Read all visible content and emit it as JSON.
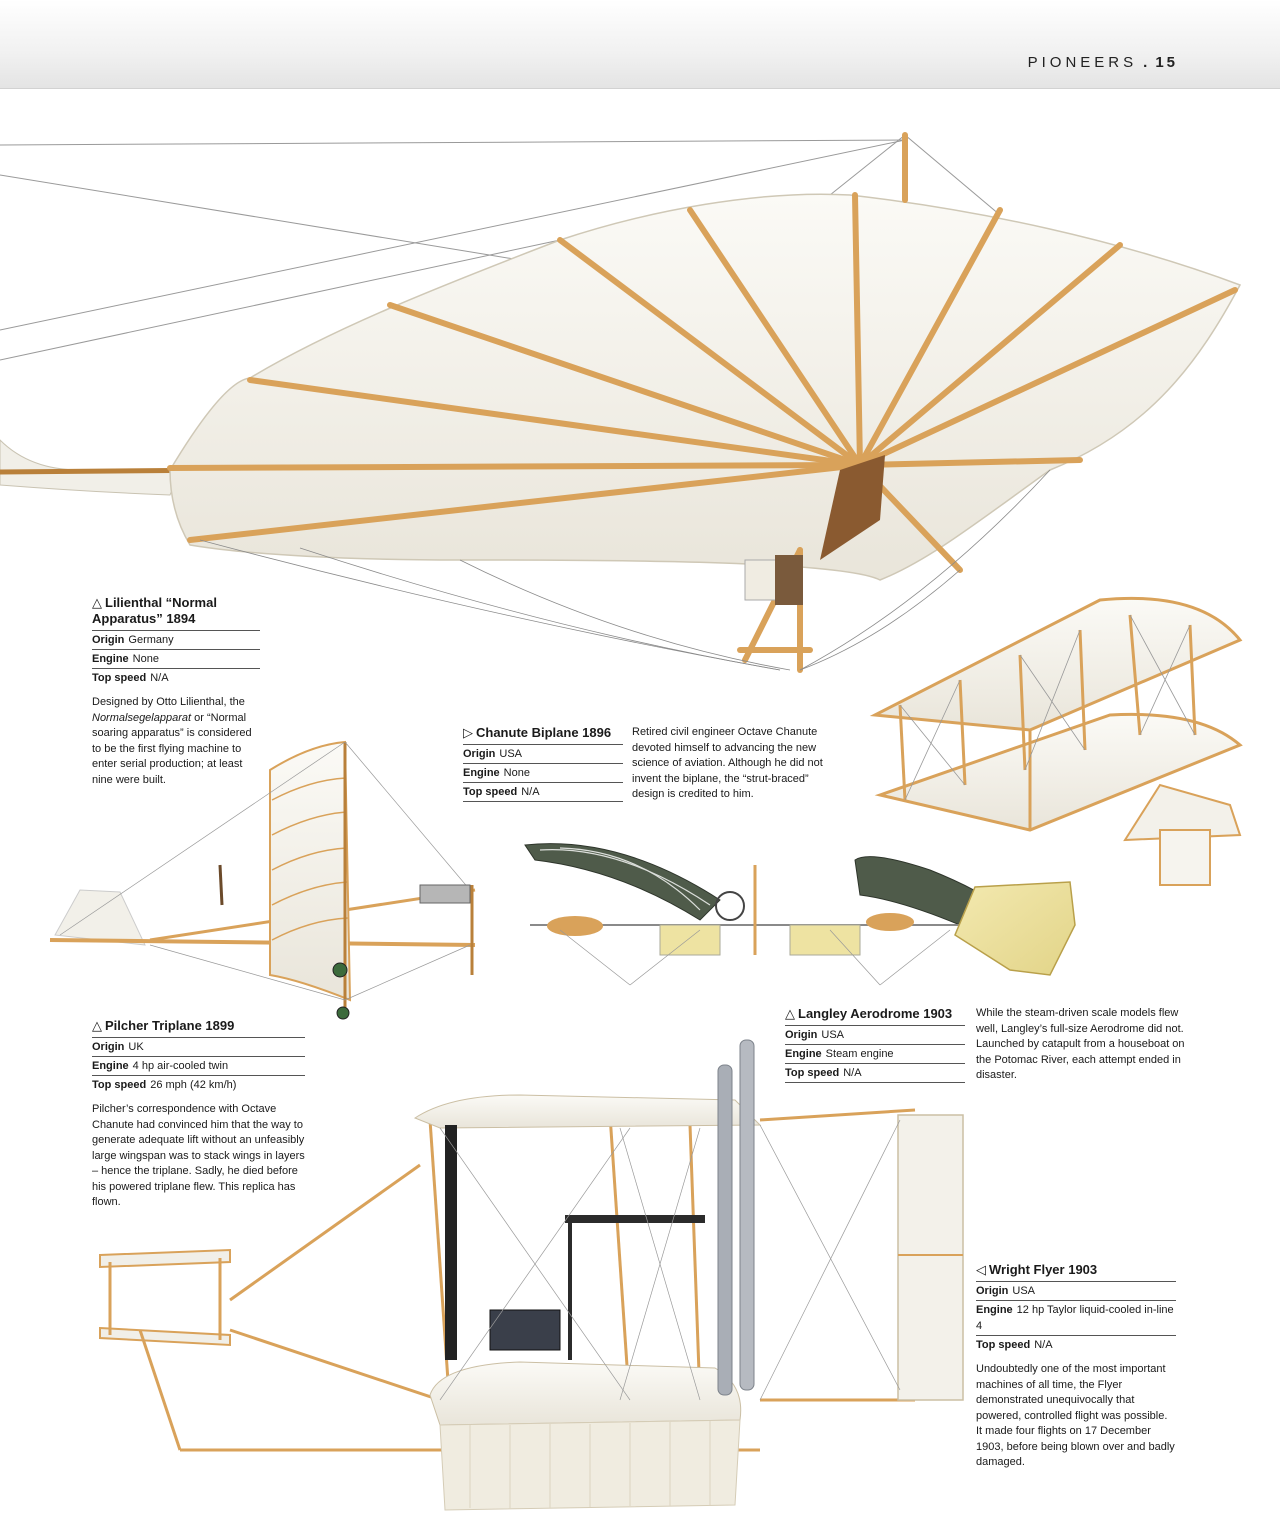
{
  "header": {
    "section": "PIONEERS",
    "separator": ".",
    "page_number": "15"
  },
  "colors": {
    "wood": "#d9a25a",
    "wood_dark": "#b9803a",
    "fabric": "#f6f4ee",
    "fabric_shade": "#e6e2d6",
    "rigging": "#8a8a8a",
    "iron": "#555555",
    "yellow_fabric": "#eee3a2"
  },
  "icons": {
    "up": "up-triangle-icon",
    "right": "right-triangle-icon",
    "left": "left-triangle-icon"
  },
  "lilienthal": {
    "marker": "△",
    "title": "Lilienthal “Normal Apparatus” 1894",
    "specs": [
      {
        "key": "Origin",
        "value": "Germany"
      },
      {
        "key": "Engine",
        "value": "None"
      },
      {
        "key": "Top speed",
        "value": "N/A"
      }
    ],
    "desc_before": "Designed by Otto Lilienthal, the ",
    "desc_italic": "Normalsegelapparat",
    "desc_after": " or “Normal soaring apparatus” is considered to be the first flying machine to enter serial production; at least nine were built."
  },
  "chanute": {
    "marker": "▷",
    "title": "Chanute Biplane 1896",
    "specs": [
      {
        "key": "Origin",
        "value": "USA"
      },
      {
        "key": "Engine",
        "value": "None"
      },
      {
        "key": "Top speed",
        "value": "N/A"
      }
    ],
    "desc": "Retired civil engineer Octave Chanute devoted himself to advancing the new science of aviation. Although he did not invent the biplane, the “strut-braced” design is credited to him."
  },
  "pilcher": {
    "marker": "△",
    "title": "Pilcher Triplane 1899",
    "specs": [
      {
        "key": "Origin",
        "value": "UK"
      },
      {
        "key": "Engine",
        "value": "4 hp air-cooled twin"
      },
      {
        "key": "Top speed",
        "value": "26 mph (42 km/h)"
      }
    ],
    "desc": "Pilcher’s correspondence with Octave Chanute had convinced him that the way to generate adequate lift without an unfeasibly large wingspan was to stack wings in layers – hence the triplane. Sadly, he died before his powered triplane flew. This replica has flown."
  },
  "langley": {
    "marker": "△",
    "title": "Langley Aerodrome 1903",
    "specs": [
      {
        "key": "Origin",
        "value": "USA"
      },
      {
        "key": "Engine",
        "value": "Steam engine"
      },
      {
        "key": "Top speed",
        "value": "N/A"
      }
    ],
    "desc": "While the steam-driven scale models flew well, Langley’s full-size Aerodrome did not. Launched by catapult from a houseboat on the Potomac River, each attempt ended in disaster."
  },
  "wright": {
    "marker": "◁",
    "title": "Wright Flyer 1903",
    "specs": [
      {
        "key": "Origin",
        "value": "USA"
      },
      {
        "key": "Engine",
        "value": "12 hp Taylor liquid-cooled in-line 4"
      },
      {
        "key": "Top speed",
        "value": "N/A"
      }
    ],
    "desc": "Undoubtedly one of the most important machines of all time, the Flyer demonstrated unequivocally that powered, controlled flight was possible. It made four flights on 17 December 1903, before being blown over and badly damaged."
  }
}
